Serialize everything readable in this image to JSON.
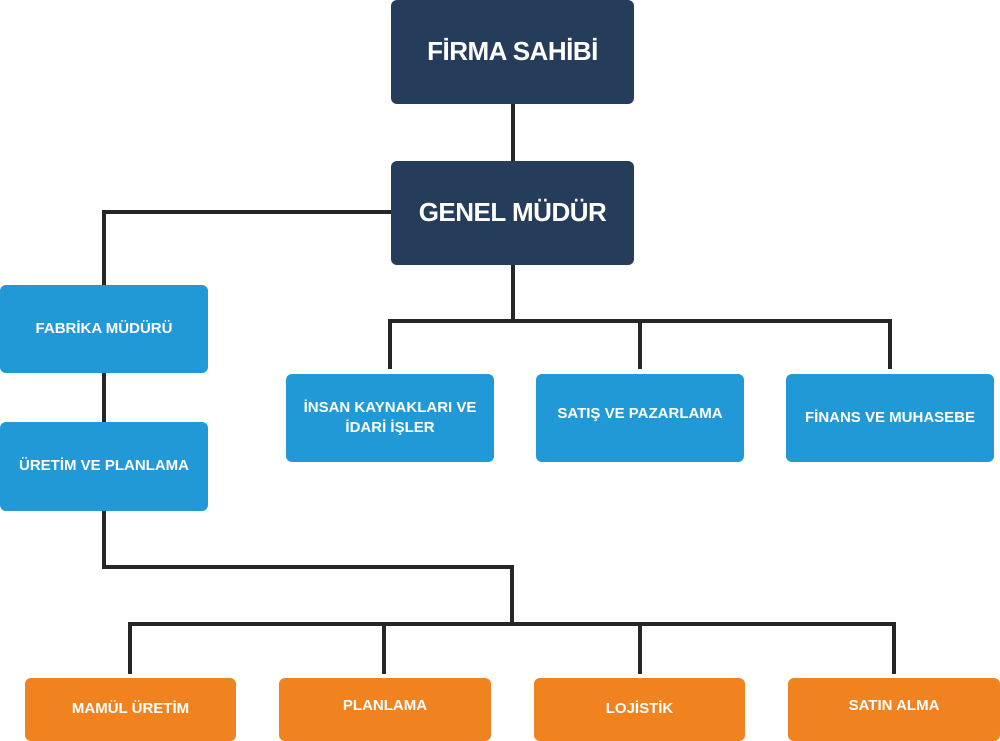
{
  "colors": {
    "executive": "#253d5a",
    "department": "#2199d6",
    "sub_unit": "#f08320",
    "connector": "#262626",
    "text": "#ffffff"
  },
  "chart": {
    "owner": {
      "label": "FİRMA SAHİBİ"
    },
    "general_manager": {
      "label": "GENEL MÜDÜR"
    },
    "factory_manager": {
      "label": "FABRİKA MÜDÜRÜ"
    },
    "production_planning": {
      "label": "ÜRETİM VE PLANLAMA"
    },
    "departments": [
      {
        "label": "İNSAN KAYNAKLARI VE İDARİ İŞLER"
      },
      {
        "label": "SATIŞ VE PAZARLAMA"
      },
      {
        "label": "FİNANS VE MUHASEBE"
      }
    ],
    "sub_units": [
      {
        "label": "MAMÜL ÜRETİM"
      },
      {
        "label": "PLANLAMA"
      },
      {
        "label": "LOJİSTİK"
      },
      {
        "label": "SATIN ALMA"
      }
    ]
  }
}
